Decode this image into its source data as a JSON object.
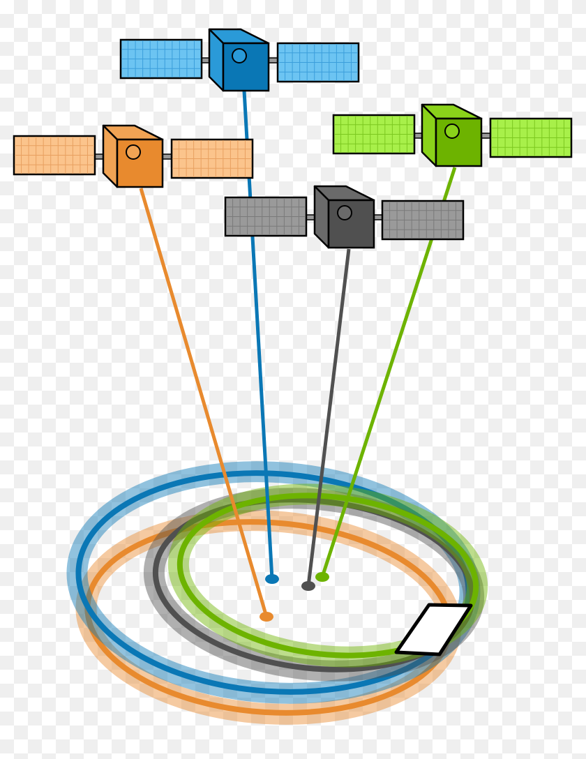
{
  "diagram": {
    "satellites": [
      {
        "id": "blue",
        "body": "#0a77b5",
        "body_light": "#2a9ad8",
        "panel": "#6cc4f2",
        "panel_grid": "#3b9edb",
        "ring": "#0a77b5"
      },
      {
        "id": "orange",
        "body": "#e88a2e",
        "body_light": "#f0a354",
        "panel": "#fbc48c",
        "panel_grid": "#e8a060",
        "ring": "#e88a2e"
      },
      {
        "id": "green",
        "body": "#6db300",
        "body_light": "#8ad21a",
        "panel": "#a8f04a",
        "panel_grid": "#7cc820",
        "ring": "#6db300"
      },
      {
        "id": "gray",
        "body": "#505050",
        "body_light": "#6a6a6a",
        "panel": "#9a9a9a",
        "panel_grid": "#7a7a7a",
        "ring": "#505050"
      }
    ],
    "receiver": {
      "fill": "#ffffff",
      "stroke": "#000000",
      "icon": "phone-receiver-icon"
    },
    "arm_color": "#999999",
    "outline_color": "#000000"
  }
}
